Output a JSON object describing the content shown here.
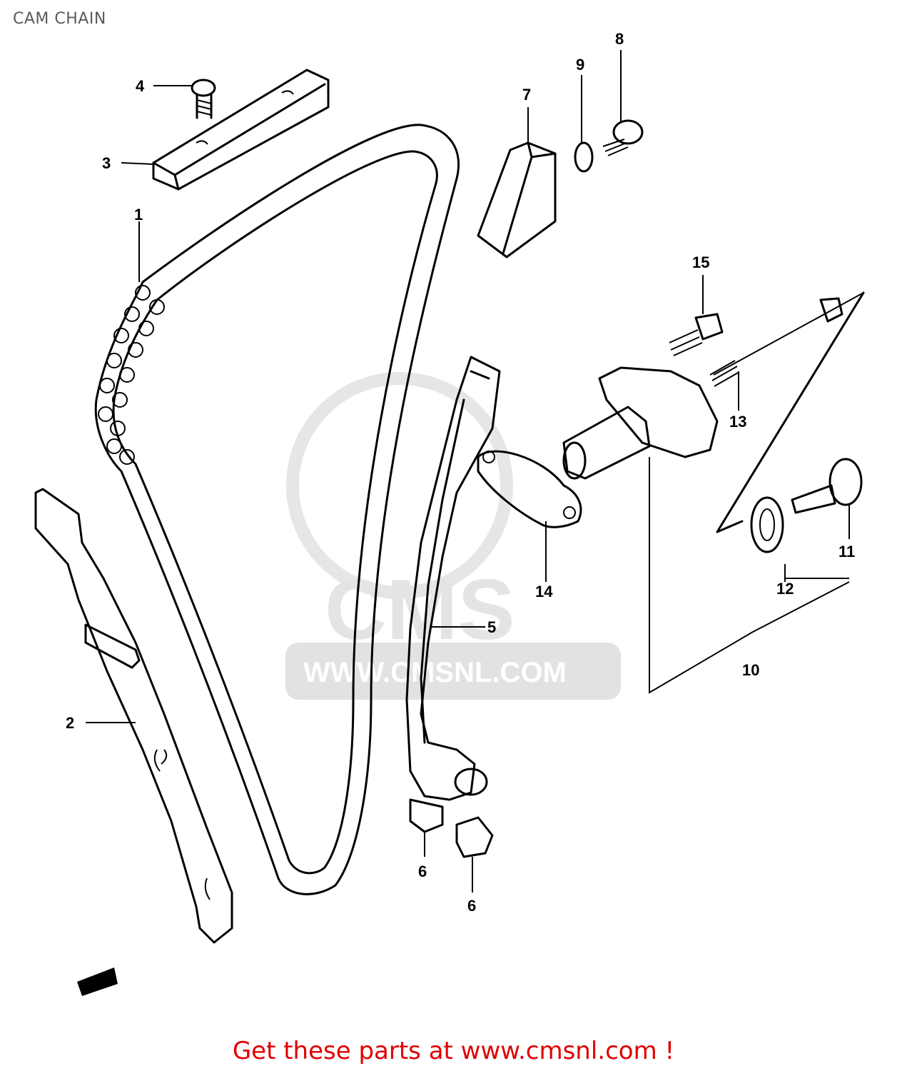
{
  "title": "CAM CHAIN",
  "watermark": {
    "brand": "CMS",
    "url": "WWW.CMSNL.COM"
  },
  "callouts": [
    "1",
    "2",
    "3",
    "4",
    "5",
    "6",
    "6",
    "7",
    "8",
    "9",
    "10",
    "11",
    "12",
    "13",
    "14",
    "15"
  ],
  "footer": "Get these parts at www.cmsnl.com !",
  "colors": {
    "footer": "#e00000",
    "title": "#5a5a5a",
    "watermark": "#e4e4e4"
  }
}
